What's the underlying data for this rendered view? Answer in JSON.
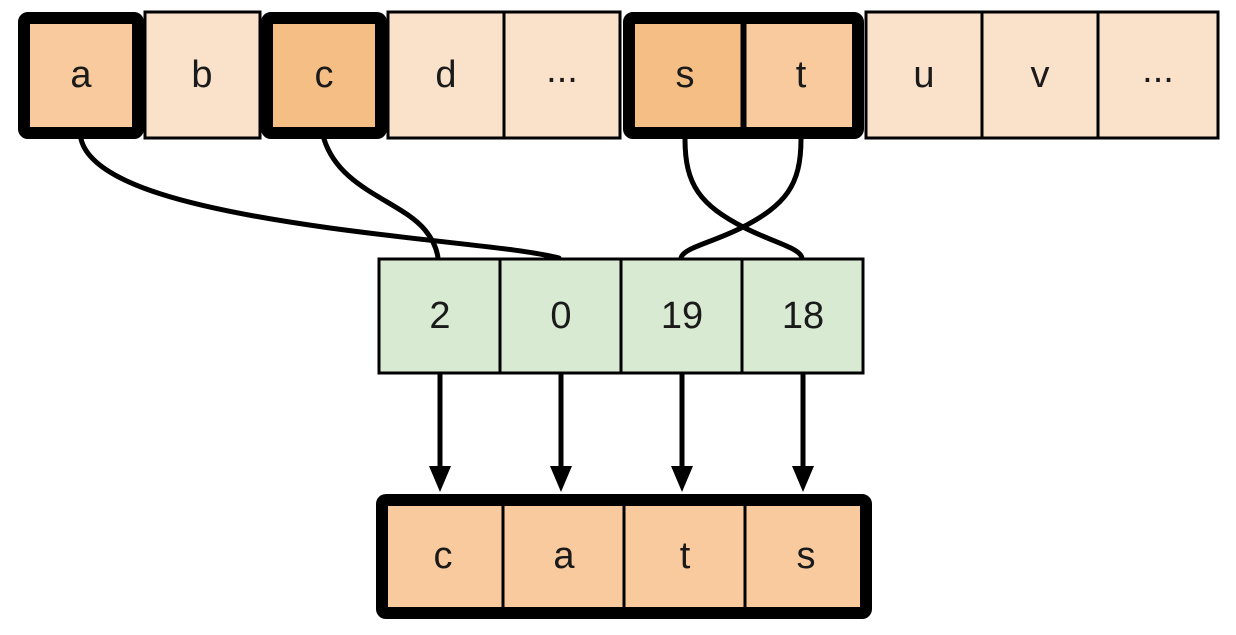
{
  "diagram": {
    "title": "alphabet index lookup to spell cats",
    "colors": {
      "alphabet_cell_fill": "#FAE1CA",
      "alphabet_cell_highlight_fill": "#F8CA9D",
      "index_cell_fill": "#D9EAD3",
      "output_cell_fill": "#F8CA9D",
      "stroke": "#000000",
      "background": "#FFFFFF"
    },
    "alphabet_row": {
      "name": "alphabet-row",
      "cells": [
        {
          "label": "a",
          "highlighted": true
        },
        {
          "label": "b",
          "highlighted": false
        },
        {
          "label": "c",
          "highlighted": true
        },
        {
          "label": "d",
          "highlighted": false
        },
        {
          "label": "...",
          "highlighted": false
        },
        {
          "label": "s",
          "highlighted": true
        },
        {
          "label": "t",
          "highlighted": true
        },
        {
          "label": "u",
          "highlighted": false
        },
        {
          "label": "v",
          "highlighted": false
        },
        {
          "label": "...",
          "highlighted": false
        }
      ]
    },
    "index_row": {
      "name": "index-row",
      "cells": [
        {
          "label": "2"
        },
        {
          "label": "0"
        },
        {
          "label": "19"
        },
        {
          "label": "18"
        }
      ]
    },
    "output_row": {
      "name": "output-row",
      "cells": [
        {
          "label": "c"
        },
        {
          "label": "a"
        },
        {
          "label": "t"
        },
        {
          "label": "s"
        }
      ]
    },
    "connections": [
      {
        "from": "a",
        "to": "0",
        "kind": "curve"
      },
      {
        "from": "c",
        "to": "2",
        "kind": "curve"
      },
      {
        "from": "s",
        "to": "18",
        "kind": "curve"
      },
      {
        "from": "t",
        "to": "19",
        "kind": "curve"
      },
      {
        "from": "2",
        "to": "c",
        "kind": "arrow"
      },
      {
        "from": "0",
        "to": "a",
        "kind": "arrow"
      },
      {
        "from": "19",
        "to": "t",
        "kind": "arrow"
      },
      {
        "from": "18",
        "to": "s",
        "kind": "arrow"
      }
    ]
  }
}
